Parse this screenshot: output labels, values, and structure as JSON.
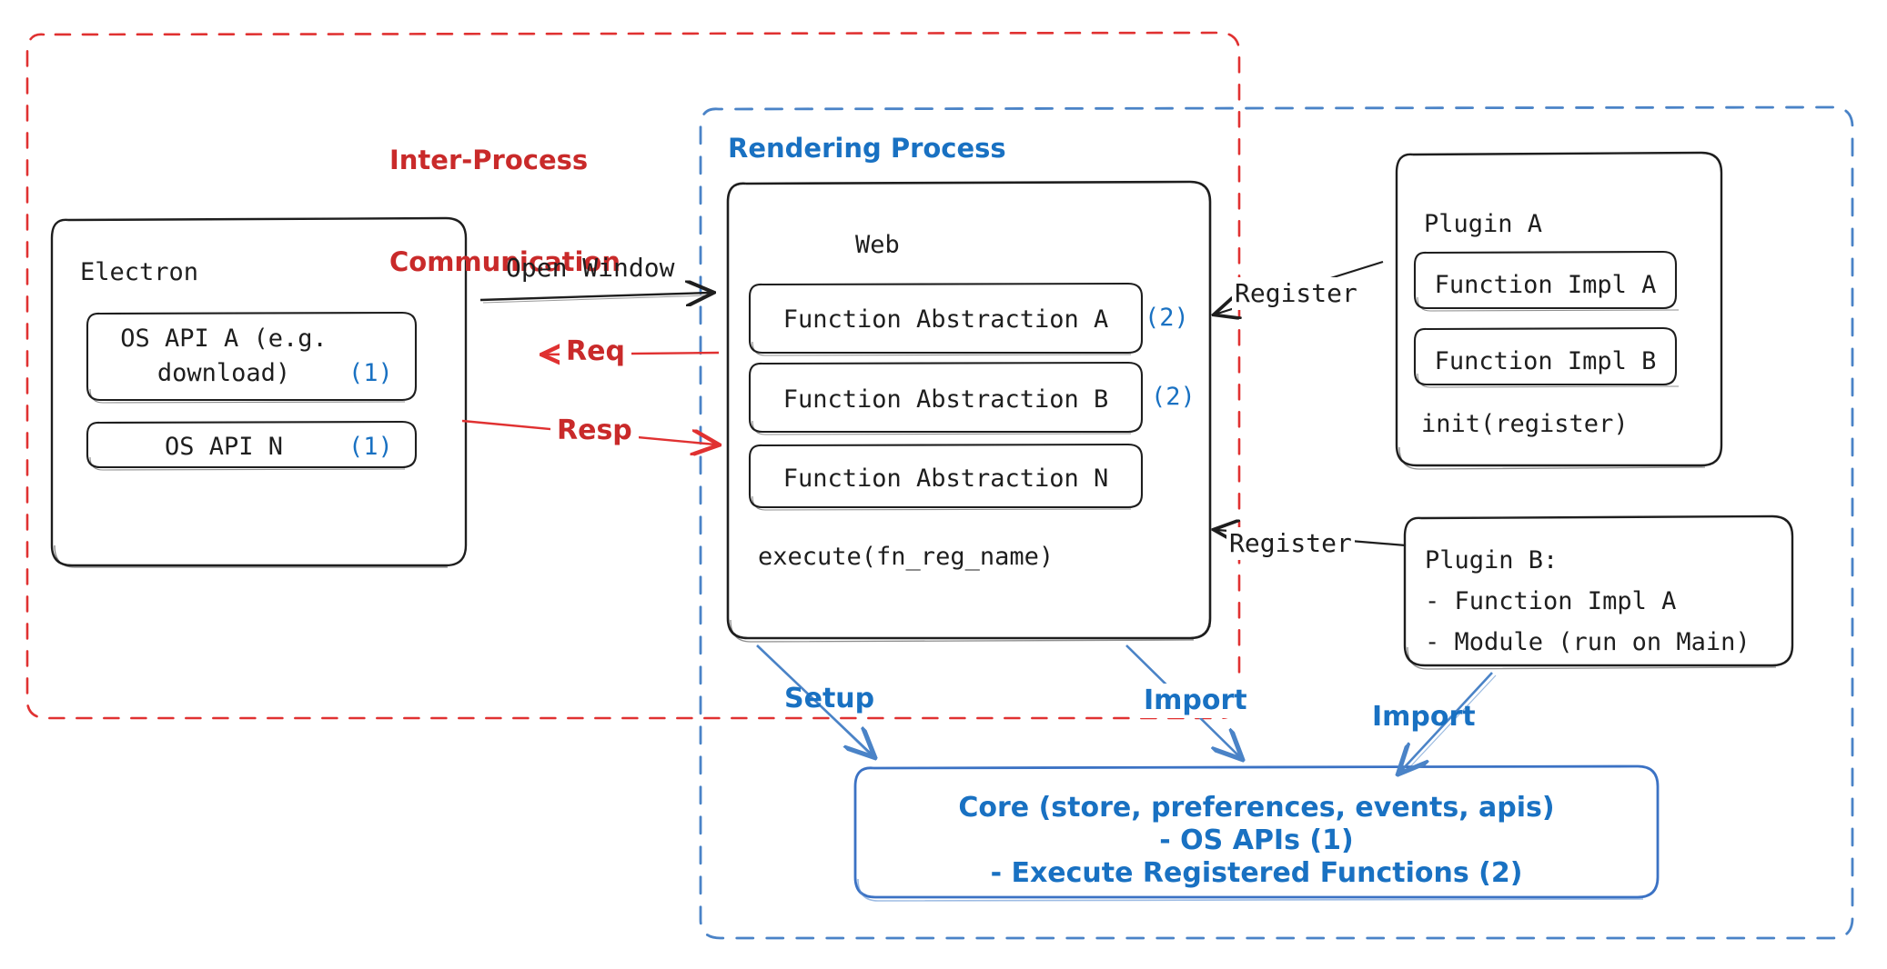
{
  "diagram": {
    "title_hint": "Electron app plugin architecture",
    "colors": {
      "red": "#c92a2a",
      "blue": "#1971c2",
      "blue_soft": "#4a83c7",
      "ink": "#1e1e1e"
    }
  },
  "containers": {
    "ipc": {
      "label_line1": "Inter-Process",
      "label_line2": "Communication",
      "color": "#c92a2a",
      "style": "dashed"
    },
    "rendering": {
      "label": "Rendering Process",
      "color": "#1971c2",
      "style": "dashed"
    }
  },
  "electron": {
    "title": "Electron",
    "apis": [
      {
        "line1": "OS API A (e.g.",
        "line2": "download)",
        "tag": "(1)"
      },
      {
        "line1": "OS API N",
        "line2": "",
        "tag": "(1)"
      }
    ]
  },
  "web": {
    "title": "Web",
    "abstractions": [
      {
        "label": "Function Abstraction A",
        "tag": "(2)"
      },
      {
        "label": "Function Abstraction B",
        "tag": "(2)"
      },
      {
        "label": "Function Abstraction N",
        "tag": ""
      }
    ],
    "footer": "execute(fn_reg_name)"
  },
  "plugin_a": {
    "title": "Plugin A",
    "items": [
      "Function Impl A",
      "Function Impl B"
    ],
    "footer": "init(register)"
  },
  "plugin_b": {
    "title": "Plugin B:",
    "items": [
      "- Function Impl A",
      "- Module (run on Main)"
    ]
  },
  "core": {
    "line1": "Core (store, preferences, events, apis)",
    "line2": "- OS APIs (1)",
    "line3": "- Execute Registered Functions (2)"
  },
  "edges": {
    "open_window": "Open Window",
    "req": "Req",
    "resp": "Resp",
    "register_top": "Register",
    "register_bottom": "Register",
    "setup": "Setup",
    "import_left": "Import",
    "import_right": "Import"
  }
}
